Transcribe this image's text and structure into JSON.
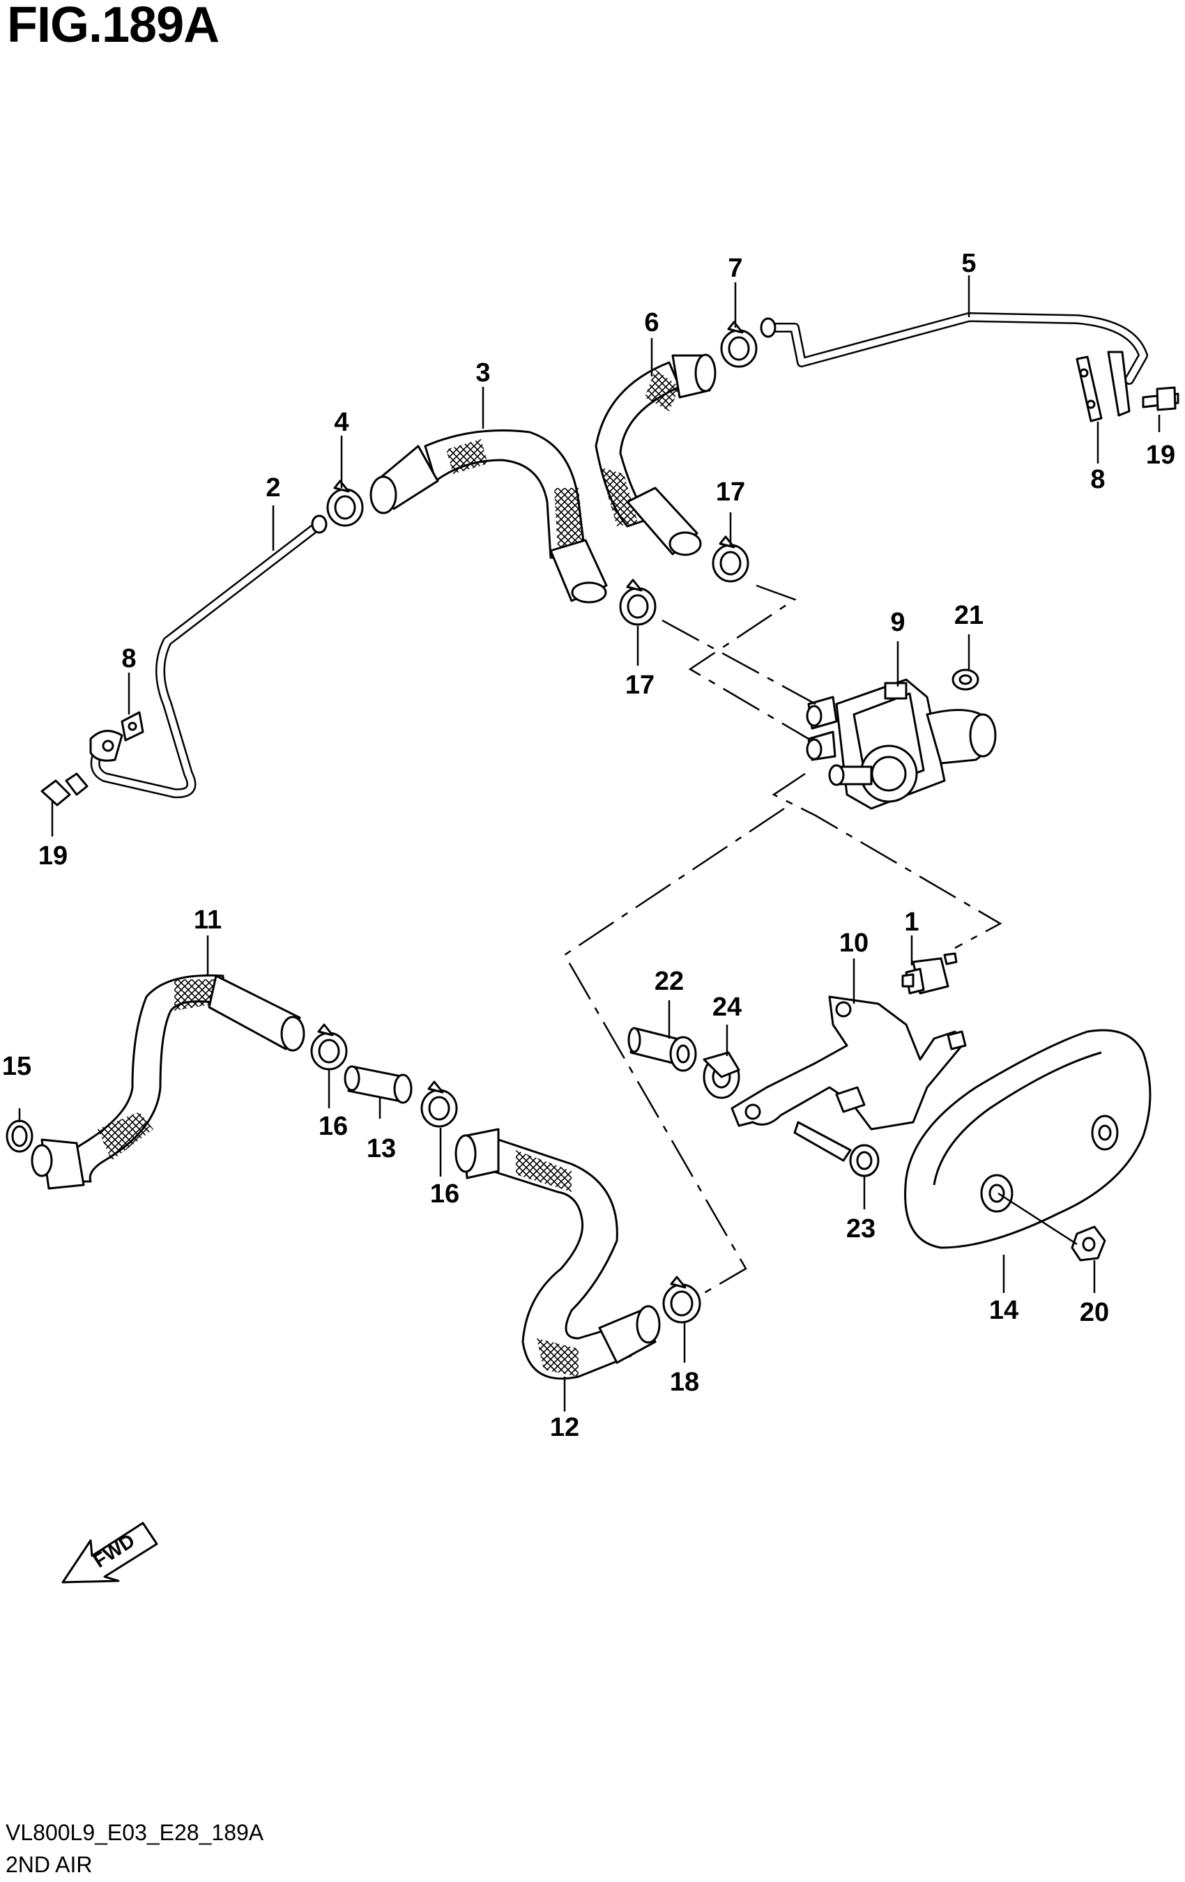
{
  "figure": {
    "title": "FIG.189A",
    "drawing_code": "VL800L9_E03_E28_189A",
    "drawing_name": "2ND AIR"
  },
  "direction_indicator": {
    "label": "FWD"
  },
  "callouts": {
    "c1": "1",
    "c2": "2",
    "c3": "3",
    "c4": "4",
    "c5": "5",
    "c6": "6",
    "c7": "7",
    "c8a": "8",
    "c8b": "8",
    "c9": "9",
    "c10": "10",
    "c11": "11",
    "c12": "12",
    "c13": "13",
    "c14": "14",
    "c15": "15",
    "c16a": "16",
    "c16b": "16",
    "c17a": "17",
    "c17b": "17",
    "c18": "18",
    "c19a": "19",
    "c19b": "19",
    "c20": "20",
    "c21": "21",
    "c22": "22",
    "c23": "23",
    "c24": "24"
  }
}
